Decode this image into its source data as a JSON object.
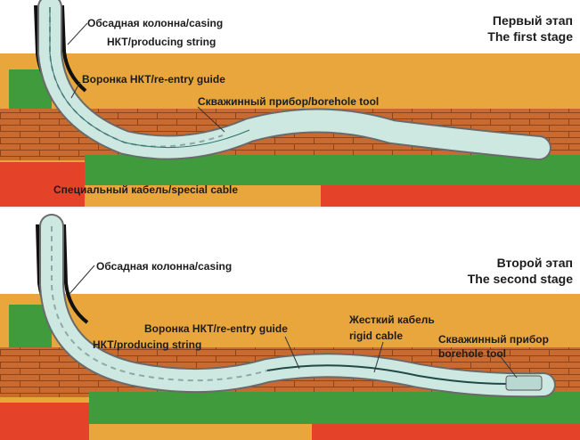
{
  "colors": {
    "sand": "#e8a43a",
    "brick": "#c8622a",
    "green": "#3d9a3a",
    "red": "#e63c28",
    "pipe_fill": "#c8e4e0",
    "casing": "#111111"
  },
  "stage1": {
    "title_ru": "Первый этап",
    "title_en": "The first stage",
    "casing": "Обсадная колонна/casing",
    "producing_string": "НКТ/producing string",
    "reentry_guide": "Воронка НКТ/re-entry guide",
    "borehole_tool": "Скважинный прибор/borehole tool",
    "special_cable": "Специальный кабель/special cable"
  },
  "stage2": {
    "title_ru": "Второй этап",
    "title_en": "The second stage",
    "casing": "Обсадная колонна/casing",
    "reentry_guide": "Воронка НКТ/re-entry guide",
    "producing_string": "НКТ/producing string",
    "rigid_cable_ru": "Жесткий кабель",
    "rigid_cable_en": "rigid cable",
    "borehole_tool_ru": "Скважинный прибор",
    "borehole_tool_en": "borehole tool"
  }
}
